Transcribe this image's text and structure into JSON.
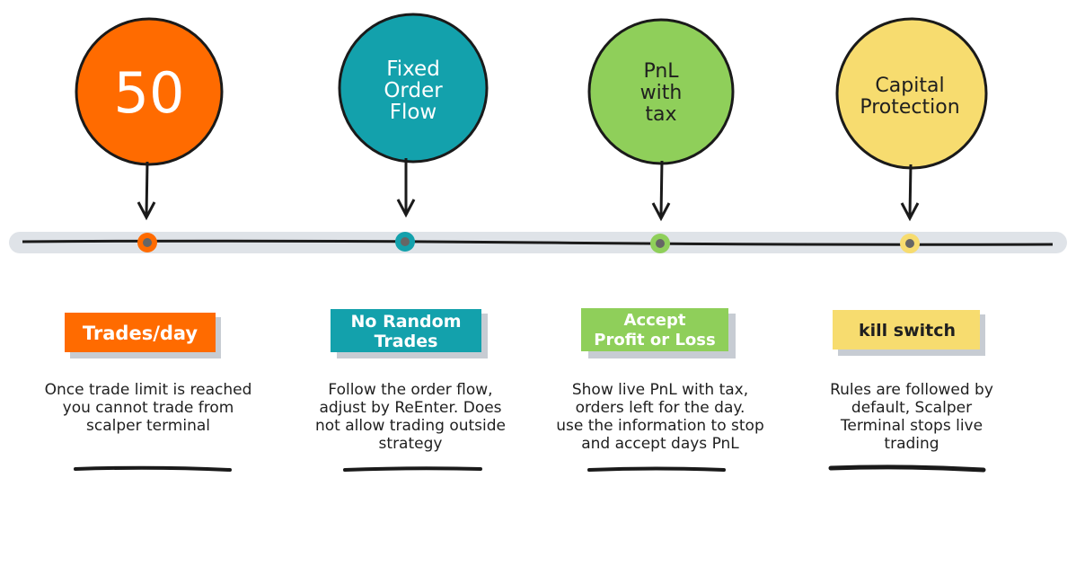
{
  "colors": {
    "orange": "#ff6b00",
    "teal": "#13a1ac",
    "green": "#8fcf5a",
    "yellow": "#f7dc6f",
    "line": "#1a1a1a",
    "track": "#dfe3e8"
  },
  "stages": [
    {
      "circle_lines": [
        "50"
      ],
      "label_lines": [
        "Trades/day"
      ],
      "description_lines": [
        "Once trade limit is reached",
        "you cannot trade from",
        "scalper terminal"
      ]
    },
    {
      "circle_lines": [
        "Fixed",
        "Order",
        "Flow"
      ],
      "label_lines": [
        "No Random",
        "Trades"
      ],
      "description_lines": [
        "Follow the order flow,",
        "adjust by ReEnter. Does",
        "not allow trading outside",
        "strategy"
      ]
    },
    {
      "circle_lines": [
        "PnL",
        "with",
        "tax"
      ],
      "label_lines": [
        "Accept",
        "Profit or Loss"
      ],
      "description_lines": [
        "Show live PnL with tax,",
        "orders left for the day.",
        "use the information to stop",
        "and accept days PnL"
      ]
    },
    {
      "circle_lines": [
        "Capital",
        "Protection"
      ],
      "label_lines": [
        "kill switch"
      ],
      "description_lines": [
        "Rules are followed by",
        "default, Scalper",
        "Terminal stops live",
        "trading"
      ]
    }
  ]
}
